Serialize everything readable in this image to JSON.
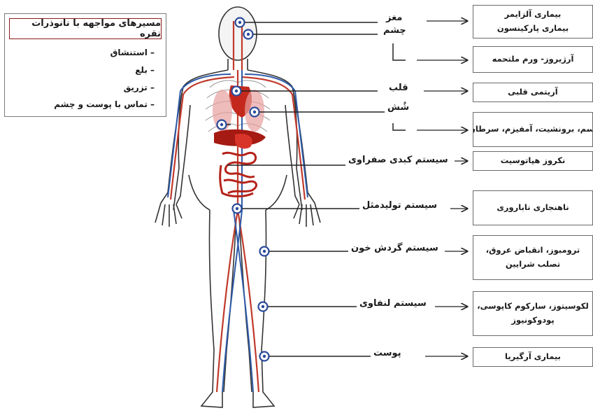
{
  "routes": {
    "title": "مسیرهای مواجهه با نانوذرات نقره",
    "items": [
      "– استنشاق",
      "– بلع",
      "– تزریق",
      "– تماس با پوست و چشم"
    ]
  },
  "organs": [
    {
      "label": "مغز"
    },
    {
      "label": "چشم"
    },
    {
      "label": "قلب"
    },
    {
      "label": "شُش"
    },
    {
      "label": "سیستم کبدی صفراوی"
    },
    {
      "label": "سیستم تولیدمثل"
    },
    {
      "label": "سیستم گردش خون"
    },
    {
      "label": "سیستم لنفاوی"
    },
    {
      "label": "پوست"
    }
  ],
  "diseases": [
    {
      "lines": [
        "بیماری آلزایمر",
        "بیماری پارکینسون"
      ]
    },
    {
      "lines": [
        "آرژیروز- ورم ملتحمه"
      ]
    },
    {
      "lines": [
        "آریتمی قلبی"
      ]
    },
    {
      "lines": [
        "آسم، برونشیت، آمفیزم، سرطان"
      ]
    },
    {
      "lines": [
        "نکروز هپاتوسیت"
      ]
    },
    {
      "lines": [
        "ناهنجاری ناباروری"
      ]
    },
    {
      "lines": [
        "ترومبوز، انقباض عروق،",
        "تصلب شرایین"
      ]
    },
    {
      "lines": [
        "لکوسیتوز، سارکوم کاپوسی،",
        "پودوکونیوز"
      ]
    },
    {
      "lines": [
        "بیماری آرگیریا"
      ]
    }
  ],
  "colors": {
    "artery": "#c0392b",
    "vein": "#2e5aa8",
    "marker": "#2a4a9a",
    "organ": "#c4281c"
  }
}
